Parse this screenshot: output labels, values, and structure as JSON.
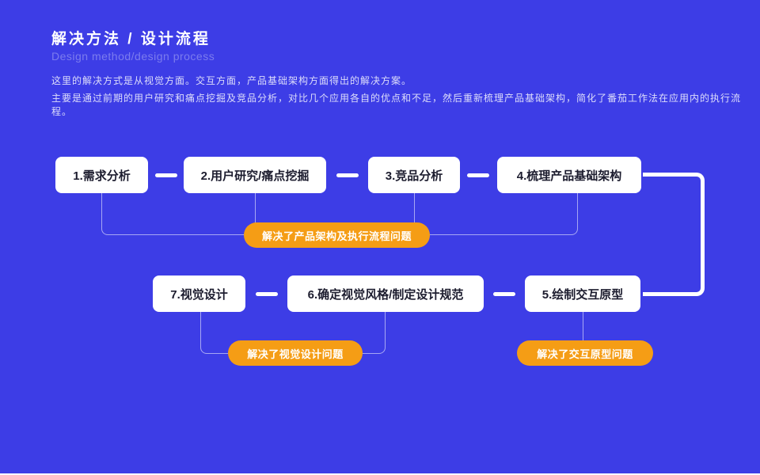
{
  "page": {
    "background_color": "#3D3DE6",
    "accent_orange": "#F59D15",
    "box_text_color": "#1C1C2E",
    "connector_color": "#FFFFFF"
  },
  "header": {
    "title": "解决方法 / 设计流程",
    "subtitle": "Design method/design process",
    "description_line1": "这里的解决方式是从视觉方面。交互方面，产品基础架构方面得出的解决方案。",
    "description_line2": "主要是通过前期的用户研究和痛点挖掘及竞品分析，对比几个应用各自的优点和不足，然后重新梳理产品基础架构，简化了番茄工作法在应用内的执行流程。"
  },
  "flowchart": {
    "steps": [
      {
        "label": "1.需求分析"
      },
      {
        "label": "2.用户研究/痛点挖掘"
      },
      {
        "label": "3.竞品分析"
      },
      {
        "label": "4.梳理产品基础架构"
      },
      {
        "label": "5.绘制交互原型"
      },
      {
        "label": "6.确定视觉风格/制定设计规范"
      },
      {
        "label": "7.视觉设计"
      }
    ],
    "outcomes": [
      {
        "label": "解决了产品架构及执行流程问题"
      },
      {
        "label": "解决了视觉设计问题"
      },
      {
        "label": "解决了交互原型问题"
      }
    ]
  }
}
